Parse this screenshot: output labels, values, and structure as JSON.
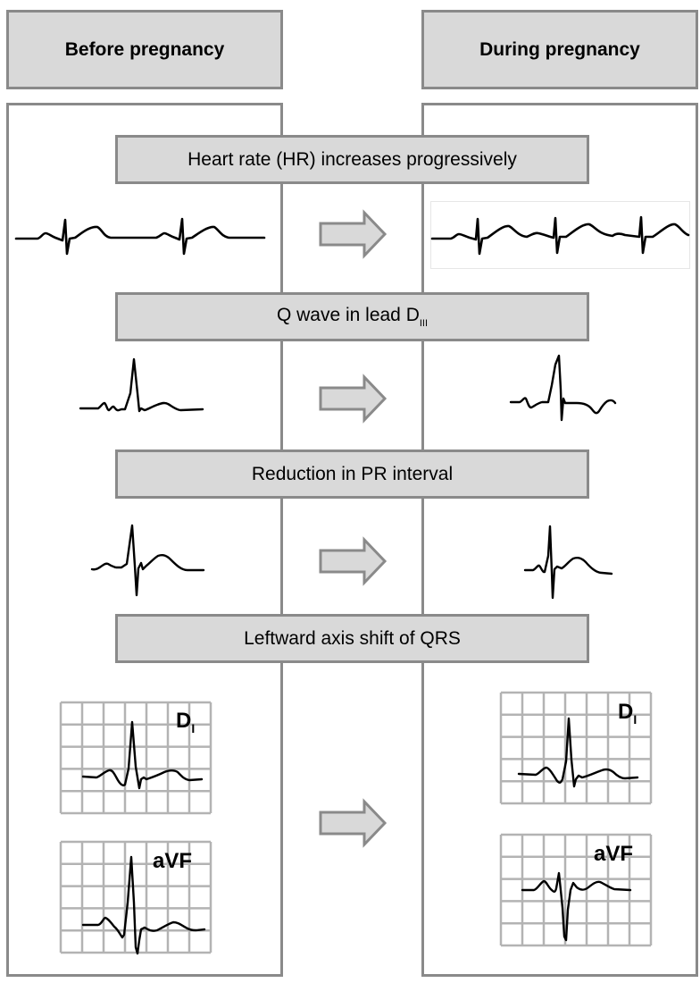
{
  "headers": {
    "before": "Before pregnancy",
    "during": "During pregnancy"
  },
  "sections": [
    {
      "id": "heart-rate",
      "label": "Heart rate (HR) increases progressively",
      "label_sub": ""
    },
    {
      "id": "q-wave",
      "label": "Q wave in lead D",
      "label_sub": "III"
    },
    {
      "id": "pr-interval",
      "label": "Reduction in PR interval",
      "label_sub": ""
    },
    {
      "id": "qrs-axis",
      "label": "Leftward axis shift of QRS",
      "label_sub": ""
    }
  ],
  "leads": {
    "di_main": "D",
    "di_sub": "I",
    "avf": "aVF"
  },
  "grid": {
    "columns": 7,
    "rows": 5
  },
  "colors": {
    "box_fill": "#d9d9d9",
    "box_border": "#8a8a8a",
    "grid_line": "#b3b3b3",
    "trace": "#000000"
  }
}
